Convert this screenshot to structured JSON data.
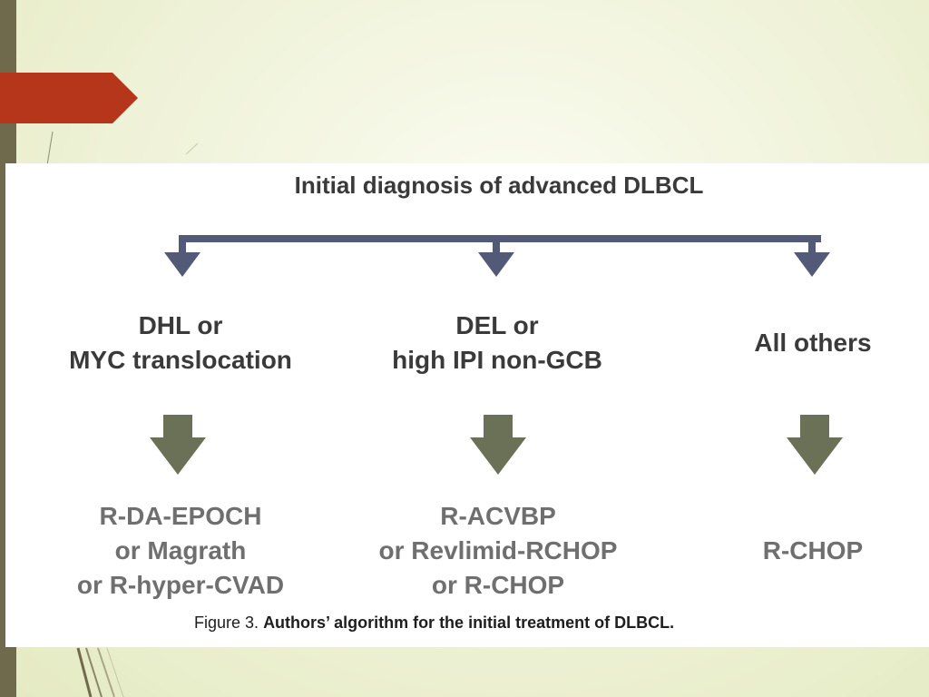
{
  "figure": {
    "title": "Initial diagnosis of advanced DLBCL",
    "categories": [
      {
        "lines": [
          "DHL or",
          "MYC translocation"
        ]
      },
      {
        "lines": [
          "DEL or",
          "high IPI non-GCB"
        ]
      },
      {
        "lines": [
          "All others"
        ]
      }
    ],
    "treatments": [
      {
        "lines": [
          "R-DA-EPOCH",
          "or Magrath",
          "or R-hyper-CVAD"
        ]
      },
      {
        "lines": [
          "R-ACVBP",
          "or Revlimid-RCHOP",
          "or R-CHOP"
        ]
      },
      {
        "lines": [
          "R-CHOP"
        ]
      }
    ],
    "caption": {
      "label": "Figure 3.",
      "text": "Authors’ algorithm for the initial treatment of DLBCL."
    }
  },
  "colors": {
    "connector": "#525a78",
    "down_arrow": "#6b7156",
    "accent_tab": "#b5361a",
    "side_bar": "#6f6a4c"
  }
}
